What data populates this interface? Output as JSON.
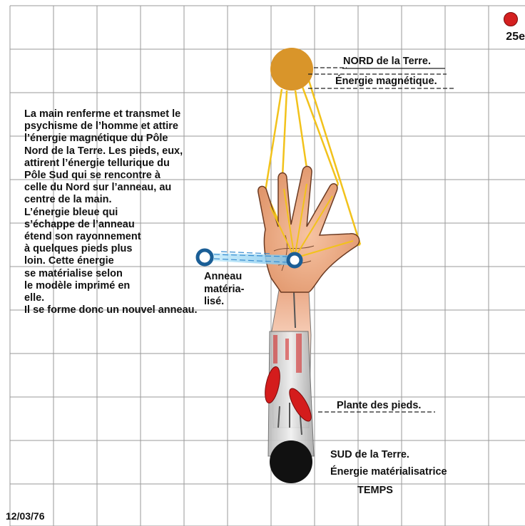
{
  "page": {
    "number": "25e",
    "date": "12/03/76",
    "marker_color": "#d42020"
  },
  "north": {
    "line1": "NORD de la Terre.",
    "line2": "Énergie magnétique.",
    "color": "#d9952a"
  },
  "south": {
    "line1": "SUD de la Terre.",
    "line2": "Énergie matérialisatrice",
    "line3": "TEMPS",
    "color": "#111111"
  },
  "main_text": "La main renferme et transmet le\npsychisme de l’homme et attire\nl’énergie magnétique du Pôle\nNord de la Terre. Les pieds, eux,\nattirent l’énergie tellurique du\nPôle Sud qui se rencontre à\ncelle du Nord sur l’anneau, au\ncentre de la main.\nL’énergie bleue qui\ns’échappe de l’anneau\nétend son rayonnement\nà quelques pieds plus\nloin. Cette énergie\nse matérialise selon\nle modèle imprimé en\nelle.\nIl se forme donc un nouvel anneau.",
  "ring_label": "Anneau\nmatéria-\nlisé.",
  "feet_label": "Plante des pieds.",
  "colors": {
    "energy_lines": "#f2c21b",
    "hand": "#e8a07a",
    "ring": "#1a5e96",
    "blue_energy": "#8fd0f0",
    "feet": "#d41c1c",
    "grid": "#9a9a9a"
  }
}
